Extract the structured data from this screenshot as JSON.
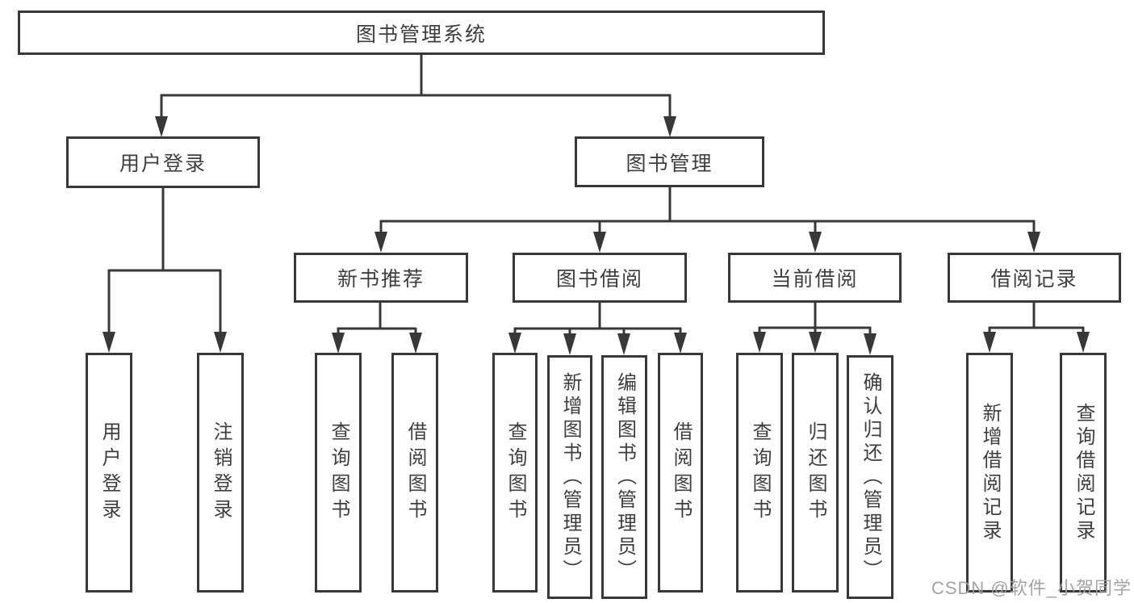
{
  "diagram": {
    "root": {
      "label": "图书管理系统"
    },
    "level1": [
      {
        "id": "login",
        "label": "用户登录"
      },
      {
        "id": "mgmt",
        "label": "图书管理"
      }
    ],
    "level2": [
      {
        "id": "recommend",
        "label": "新书推荐"
      },
      {
        "id": "borrow",
        "label": "图书借阅"
      },
      {
        "id": "current",
        "label": "当前借阅"
      },
      {
        "id": "records",
        "label": "借阅记录"
      }
    ],
    "leaves": {
      "login": [
        "用户登录",
        "注销登录"
      ],
      "recommend": [
        "查询图书",
        "借阅图书"
      ],
      "borrow": [
        "查询图书",
        "新增图书（管理员）",
        "编辑图书（管理员）",
        "借阅图书"
      ],
      "current": [
        "查询图书",
        "归还图书",
        "确认归还（管理员）"
      ],
      "records": [
        "新增借阅记录",
        "查询借阅记录"
      ]
    }
  },
  "watermark": "CSDN @软件_小贺同学",
  "colors": {
    "line": "#383838",
    "text": "#3e3e3e",
    "background": "#ffffff",
    "watermark": "#9e9e9e"
  }
}
